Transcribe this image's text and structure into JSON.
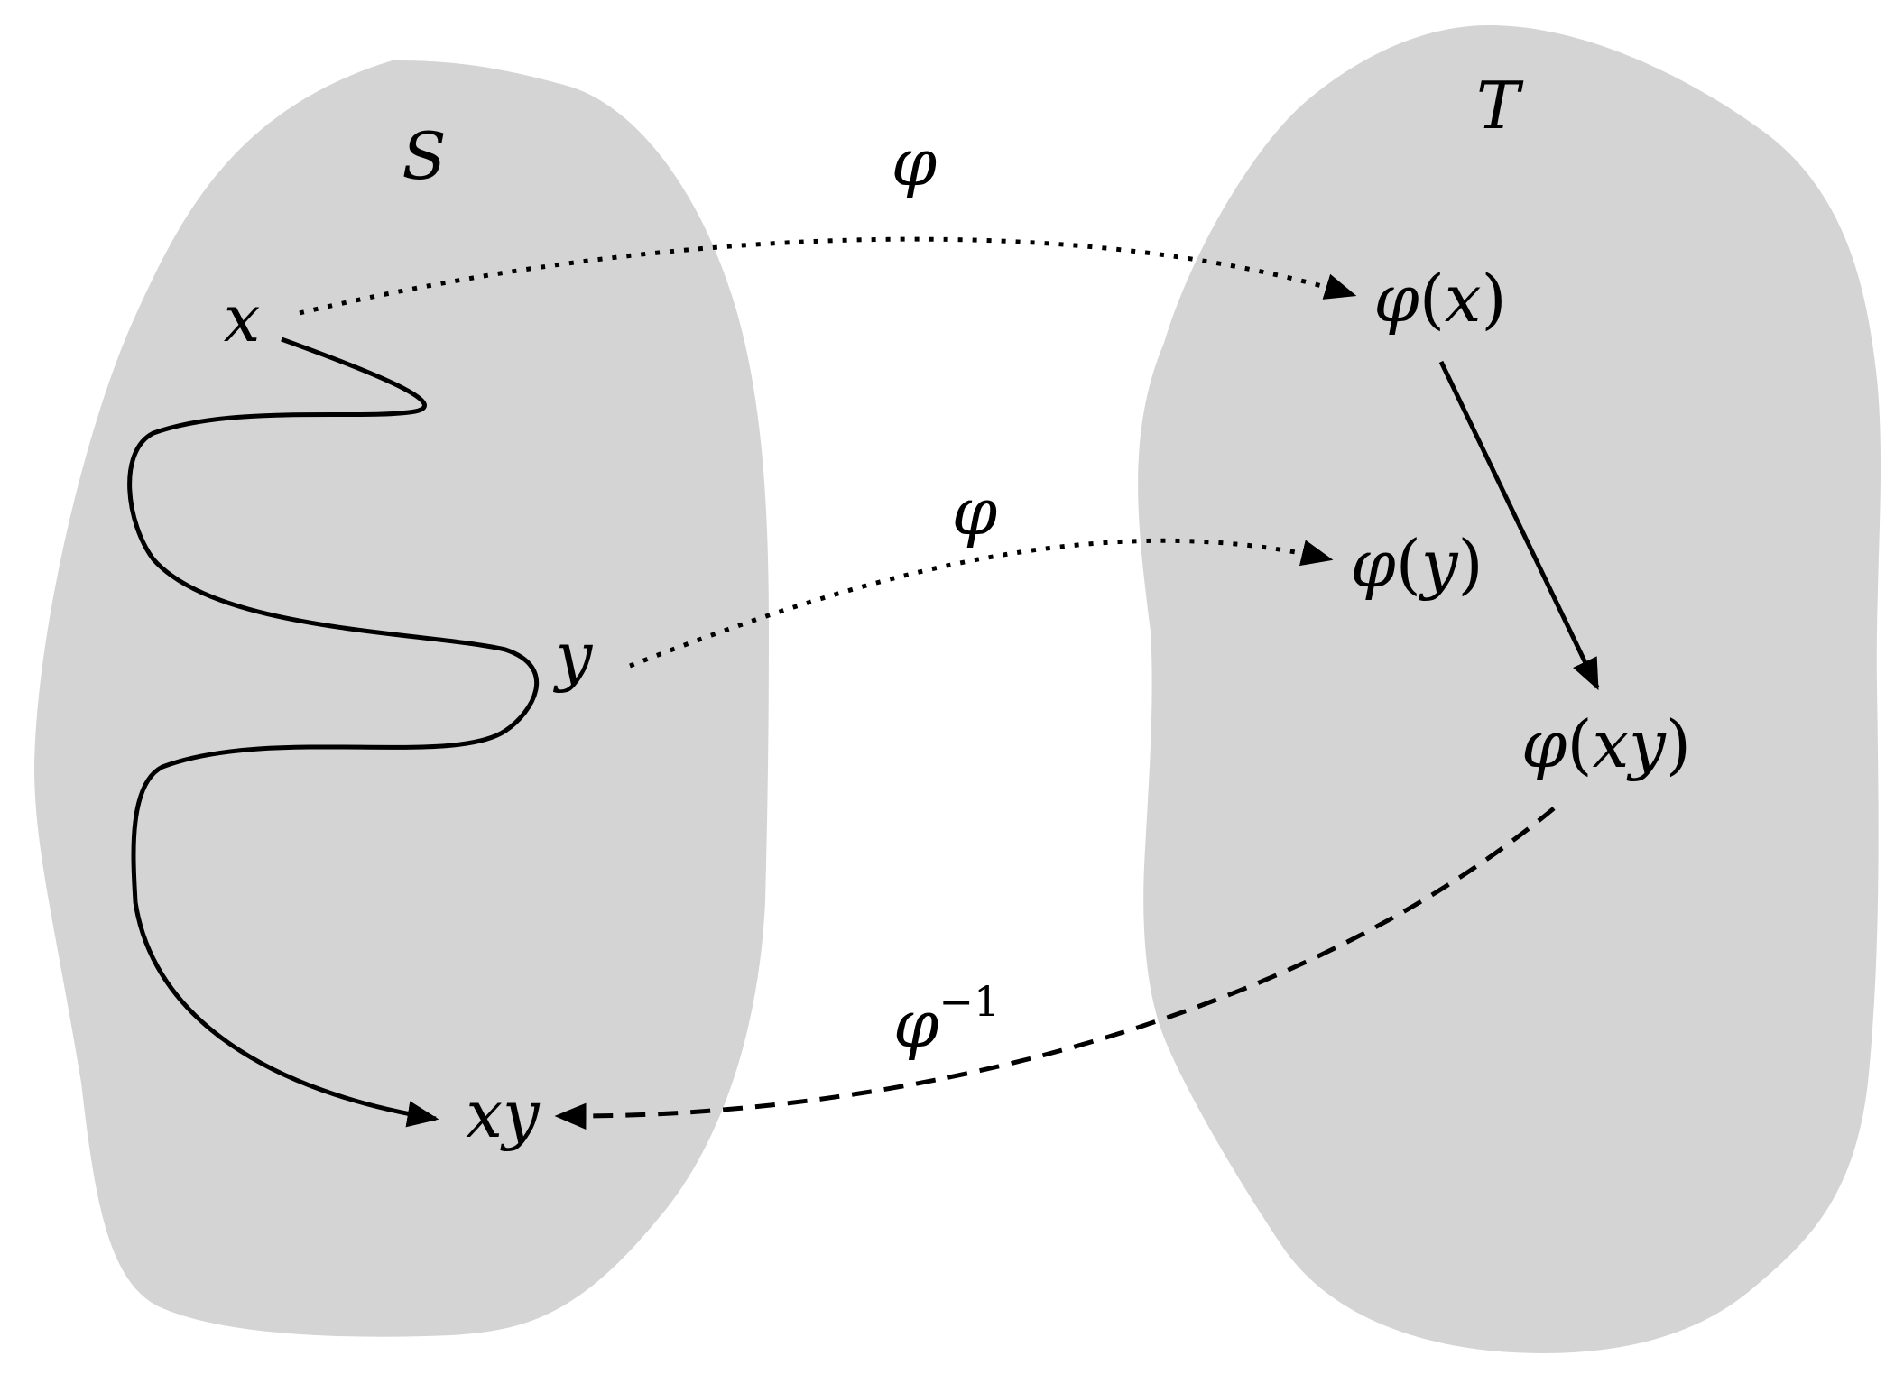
{
  "sets": {
    "left": {
      "label": "S"
    },
    "right": {
      "label": "T"
    }
  },
  "left_points": {
    "x": "x",
    "y": "y",
    "xy": "xy"
  },
  "right_points": {
    "phi_x": {
      "fn": "φ",
      "open": "(",
      "arg": "x",
      "close": ")"
    },
    "phi_y": {
      "fn": "φ",
      "open": "(",
      "arg": "y",
      "close": ")"
    },
    "phi_xy": {
      "fn": "φ",
      "open": "(",
      "arg": "xy",
      "close": ")"
    }
  },
  "maps": {
    "top": {
      "label": "φ"
    },
    "middle": {
      "label": "φ"
    },
    "inverse": {
      "label": "φ",
      "superscript": "−1"
    }
  },
  "colors": {
    "set_fill": "#d4d4d4",
    "ink": "#000000",
    "background": "#ffffff"
  }
}
